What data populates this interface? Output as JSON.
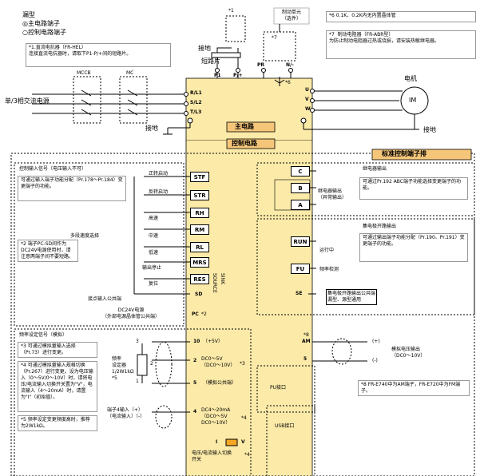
{
  "legend": {
    "title": "漏型",
    "item1": "◎主电路端子",
    "item2": "○控制电路端子"
  },
  "notes": {
    "n1": "*1.直流电抗器（FR-HEL）\n连接直流电抗器时，请取下P1-P/+间的短路片。",
    "n6": "*6  0.1K、0.2K内无内置晶体管",
    "n7": "*7  制动电阻器（FR-ABR型）\n为防止制动电阻器过热或烧损，请安装热敏继电器。",
    "n2": "*2  端子PC-SD间作为DC24V电源使用时，请注意两端子间不要短路。",
    "n3": "*3  可通过模拟量输入选择（Pr.73）进行变更。",
    "n4": "*4  可通过模拟量输入规格切换（Pr.267）进行变更。设为电压输入（0～5V/0～10V）时，请将电压/电流输入切换开关置为\"V\"，电流输入（4～20mA）时，请置为\"I\"（初始值）。",
    "n5": "*5  频率设定变更频度高时，推荐为2W1kΩ。",
    "n8": "*8  FR-E740中为AM端子，FR-E720中为FM端子。"
  },
  "brake_unit": {
    "label": "制动单元\n（选件）"
  },
  "main": {
    "short_bar": "短路片",
    "ground": "接地",
    "ground2": "接地",
    "top_terminals": [
      "P1",
      "P/+",
      "PR",
      "N/-"
    ],
    "star1": "*1",
    "star7": "*7",
    "star6": "*6",
    "mccb": "MCCB",
    "mc": "MC",
    "power_source": "单/3相交流电源",
    "inputs": [
      "R/L1",
      "S/L2",
      "T/L3"
    ],
    "outputs": [
      "U",
      "V",
      "W"
    ],
    "motor": "电机",
    "motor_symbol": "IM",
    "main_circuit": "主电路",
    "control_circuit": "控制电路"
  },
  "std_terminal_title": "标准控制端子排",
  "ctrl_input": {
    "title": "控制输入信号（电压输入不可）",
    "desc": "可通过输入端子功能分配（Pr.178～Pr.184）变更端子的功能。",
    "terminals": [
      "STF",
      "STR",
      "RH",
      "RM",
      "RL",
      "MRS",
      "RES",
      "SD",
      "PC"
    ],
    "labels": [
      "正转启动",
      "反转启动",
      "高速",
      "中速",
      "低速",
      "输出停止",
      "复位"
    ],
    "multi_speed": "多段速度选择",
    "common": "接点输入公共端",
    "pc_note": "*2",
    "dc24": "DC24V电源\n（外部电源晶体管公共端）",
    "source": "SOURCE",
    "sink": "SINK"
  },
  "relay": {
    "title": "继电器输出",
    "terminals": [
      "C",
      "B",
      "A"
    ],
    "label": "继电器输出\n（异常输出）",
    "desc": "可通过Pr.192 ABC端子功能选择变更端子的功能。"
  },
  "oc": {
    "title": "集电极开路输出",
    "desc": "可通过输出端子功能分配（Pr.190、Pr.191）变更端子的功能。",
    "terminals": [
      "RUN",
      "FU",
      "SE"
    ],
    "labels": [
      "运行中",
      "频率检测",
      "集电极开路输出公共端\n漏型、源型通用"
    ]
  },
  "analog": {
    "title": "频率设定信号（模拟）",
    "pot": "频率\n设定器\n1/2W1kΩ\n*5",
    "pot_pins": [
      "3",
      "2",
      "1"
    ],
    "terminals": [
      {
        "num": "10",
        "text": "（+5V）"
      },
      {
        "num": "2",
        "text": "DC0～5V\n（DC0～10V）",
        "star": "*3"
      },
      {
        "num": "5",
        "text": "（模拟公共端）"
      },
      {
        "num": "4",
        "text": "DC4～20mA\n（DC0～5V\nDC0～10V）",
        "star": "*4"
      }
    ],
    "current_in": "端子4输入（+）\n（电流输入）（-）",
    "switch": "电压/电流输入切换\n开关",
    "switch_i": "I",
    "switch_v": "V",
    "switch_star": "*4"
  },
  "am": {
    "terminal": "AM",
    "star": "*8",
    "gnd": "5",
    "plus": "(+)",
    "minus": "(-)",
    "label": "模拟电压输出\n（DC0～10V）"
  },
  "ports": {
    "pu": "PU接口",
    "usb": "USB接口"
  },
  "colors": {
    "main_bar": "#fbeaa8",
    "label_fill": "#f5c67a"
  }
}
